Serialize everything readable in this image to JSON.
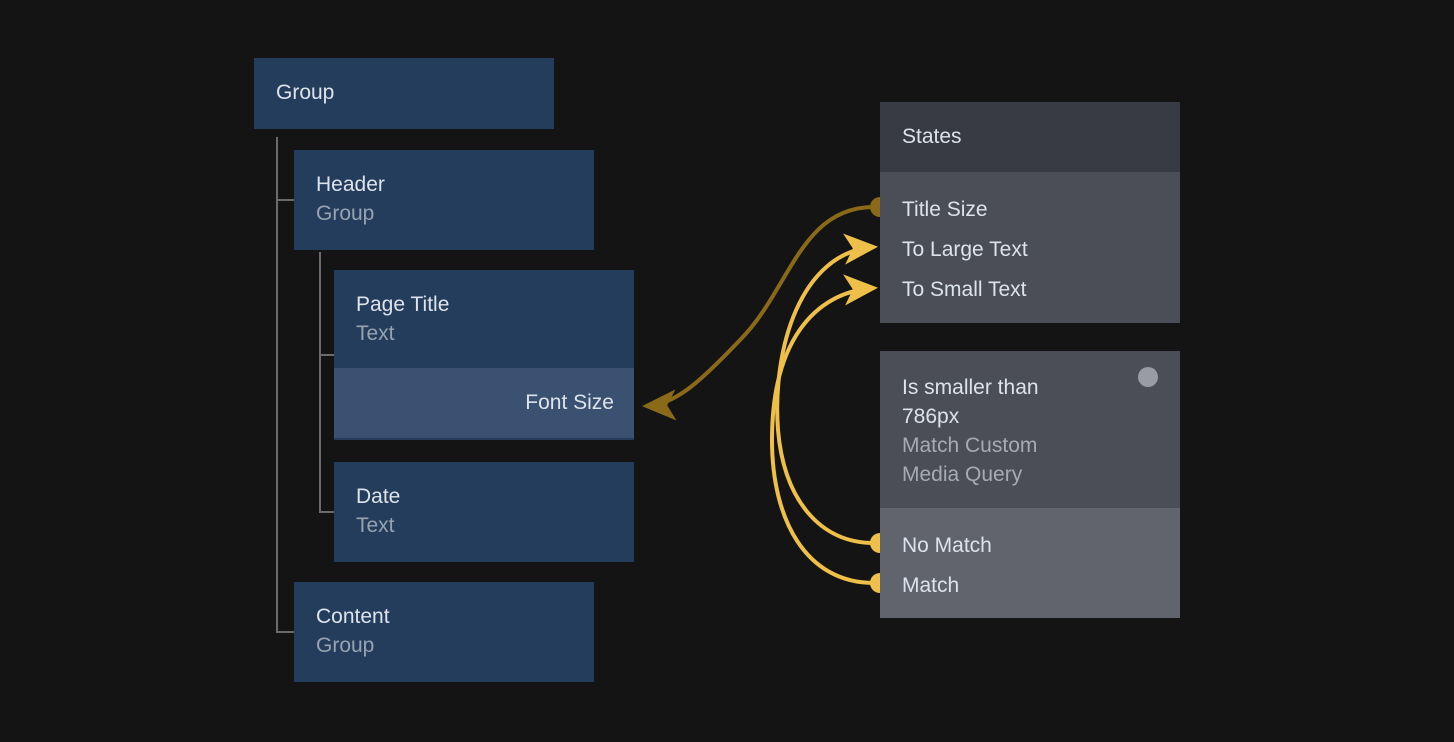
{
  "colors": {
    "background": "#141414",
    "node_blue": "#243d5c",
    "property_row_blue": "#3a5172",
    "panel_header": "#383b44",
    "panel_body": "#4b4e57",
    "panel_body_light": "#61646d",
    "text_primary": "#dde3ea",
    "text_secondary": "#97a3b3",
    "edge_amber_dark": "#8a6a18",
    "edge_amber_bright": "#eec04a",
    "tree_line": "#6b6b6b",
    "indicator_gray": "#9a9ca3"
  },
  "layer_tree": {
    "root": {
      "title": "Group",
      "subtitle": ""
    },
    "nodes": [
      {
        "title": "Header",
        "subtitle": "Group"
      },
      {
        "title": "Page Title",
        "subtitle": "Text",
        "property": "Font Size"
      },
      {
        "title": "Date",
        "subtitle": "Text"
      },
      {
        "title": "Content",
        "subtitle": "Group"
      }
    ]
  },
  "states_panel": {
    "header_title": "States",
    "ports": [
      {
        "label": "Title Size",
        "connector": "dot"
      },
      {
        "label": "To Large Text",
        "connector": "arrow"
      },
      {
        "label": "To Small Text",
        "connector": "arrow"
      }
    ]
  },
  "media_query_panel": {
    "title_line1": "Is smaller than",
    "title_line2": "786px",
    "subtitle_line1": "Match Custom",
    "subtitle_line2": "Media Query",
    "indicator": "status-dot",
    "ports": [
      {
        "label": "No Match",
        "connector": "dot"
      },
      {
        "label": "Match",
        "connector": "dot"
      }
    ]
  },
  "connections": [
    {
      "from": "Title Size",
      "to": "Font Size",
      "color": "#8a6a18"
    },
    {
      "from": "No Match",
      "to": "To Large Text",
      "color": "#eec04a"
    },
    {
      "from": "Match",
      "to": "To Small Text",
      "color": "#eec04a"
    }
  ]
}
